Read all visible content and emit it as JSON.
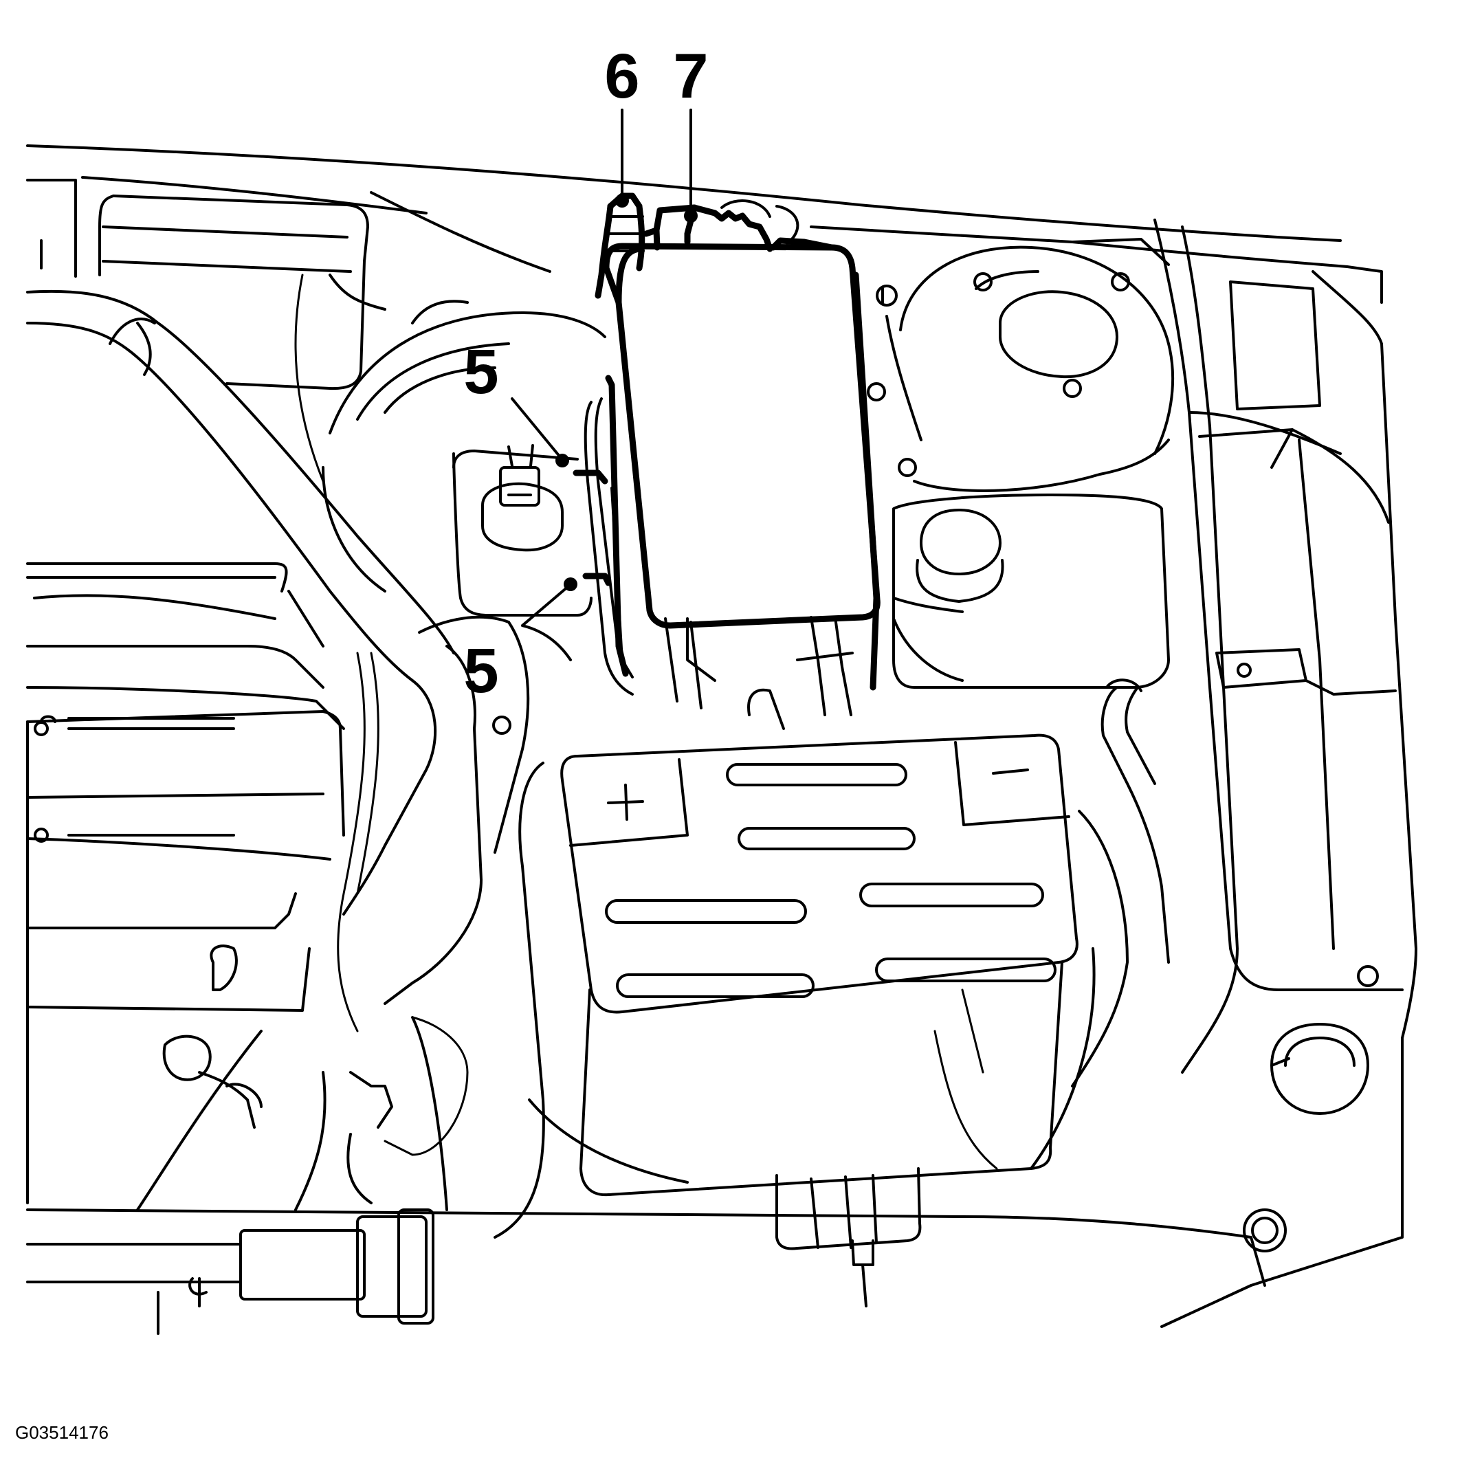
{
  "figure": {
    "id_label": "G03514176",
    "callouts": [
      {
        "key": "a",
        "label": "6"
      },
      {
        "key": "b",
        "label": "7"
      },
      {
        "key": "c",
        "label": "5"
      },
      {
        "key": "d",
        "label": "5"
      }
    ],
    "battery_marks": {
      "positive": "+",
      "negative": "−"
    }
  }
}
